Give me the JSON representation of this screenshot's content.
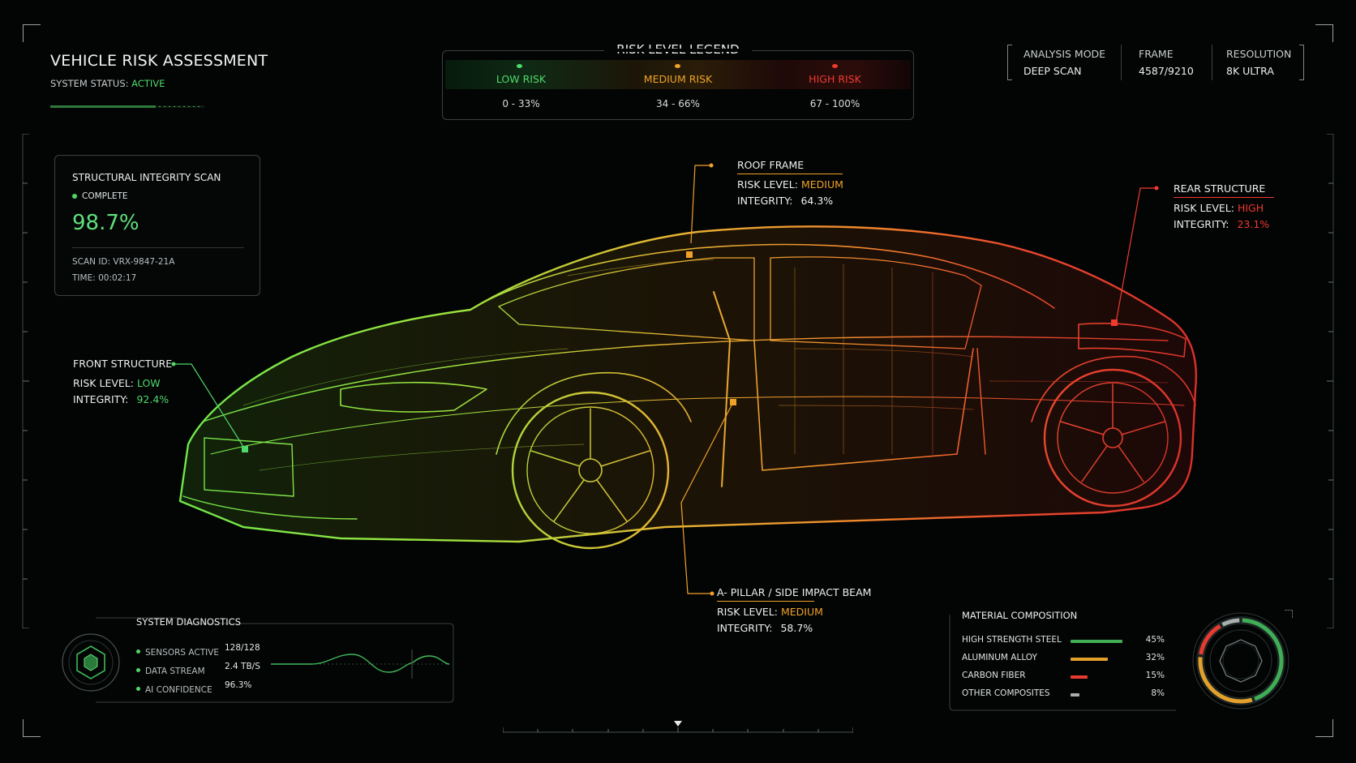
{
  "header": {
    "title": "VEHICLE RISK ASSESSMENT",
    "status_label": "SYSTEM STATUS:",
    "status_value": "ACTIVE"
  },
  "legend": {
    "title": "RISK LEVEL LEGEND",
    "levels": [
      {
        "label": "LOW RISK",
        "range": "0 - 33%",
        "color": "#4fd86a"
      },
      {
        "label": "MEDIUM RISK",
        "range": "34 - 66%",
        "color": "#f0a228"
      },
      {
        "label": "HIGH RISK",
        "range": "67 - 100%",
        "color": "#ef3a2f"
      }
    ]
  },
  "info": [
    {
      "label": "ANALYSIS MODE",
      "value": "DEEP SCAN"
    },
    {
      "label": "FRAME",
      "value": "4587/9210"
    },
    {
      "label": "RESOLUTION",
      "value": "8K ULTRA"
    }
  ],
  "scan": {
    "title": "STRUCTURAL INTEGRITY SCAN",
    "status": "COMPLETE",
    "percent": "98.7%",
    "scan_id": "SCAN ID: VRX-9847-21A",
    "time": "TIME: 00:02:17"
  },
  "callouts": {
    "front": {
      "title": "FRONT STRUCTURE",
      "risk_label": "RISK LEVEL:",
      "risk": "LOW",
      "integrity_label": "INTEGRITY:",
      "integrity": "92.4%"
    },
    "roof": {
      "title": "ROOF FRAME",
      "risk_label": "RISK LEVEL:",
      "risk": "MEDIUM",
      "integrity_label": "INTEGRITY:",
      "integrity": "64.3%"
    },
    "rear": {
      "title": "REAR STRUCTURE",
      "risk_label": "RISK LEVEL:",
      "risk": "HIGH",
      "integrity_label": "INTEGRITY:",
      "integrity": "23.1%"
    },
    "pillar": {
      "title": "A- PILLAR / SIDE IMPACT BEAM",
      "risk_label": "RISK LEVEL:",
      "risk": "MEDIUM",
      "integrity_label": "INTEGRITY:",
      "integrity": "58.7%"
    }
  },
  "diagnostics": {
    "title": "SYSTEM DIAGNOSTICS",
    "rows": [
      {
        "label": "SENSORS ACTIVE",
        "value": "128/128"
      },
      {
        "label": "DATA STREAM",
        "value": "2.4 TB/S"
      },
      {
        "label": "AI CONFIDENCE",
        "value": "96.3%"
      }
    ]
  },
  "materials": {
    "title": "MATERIAL COMPOSITION",
    "rows": [
      {
        "label": "HIGH STRENGTH STEEL",
        "pct": "45%",
        "value": 45,
        "color": "#3fae55"
      },
      {
        "label": "ALUMINUM ALLOY",
        "pct": "32%",
        "value": 32,
        "color": "#e3a02a"
      },
      {
        "label": "CARBON FIBER",
        "pct": "15%",
        "value": 15,
        "color": "#e83a30"
      },
      {
        "label": "OTHER COMPOSITES",
        "pct": "8%",
        "value": 8,
        "color": "#a9aeae"
      }
    ]
  },
  "icons": {
    "diagnostics": "hexagon-scan-icon",
    "materials": "radial-gauge-icon"
  }
}
